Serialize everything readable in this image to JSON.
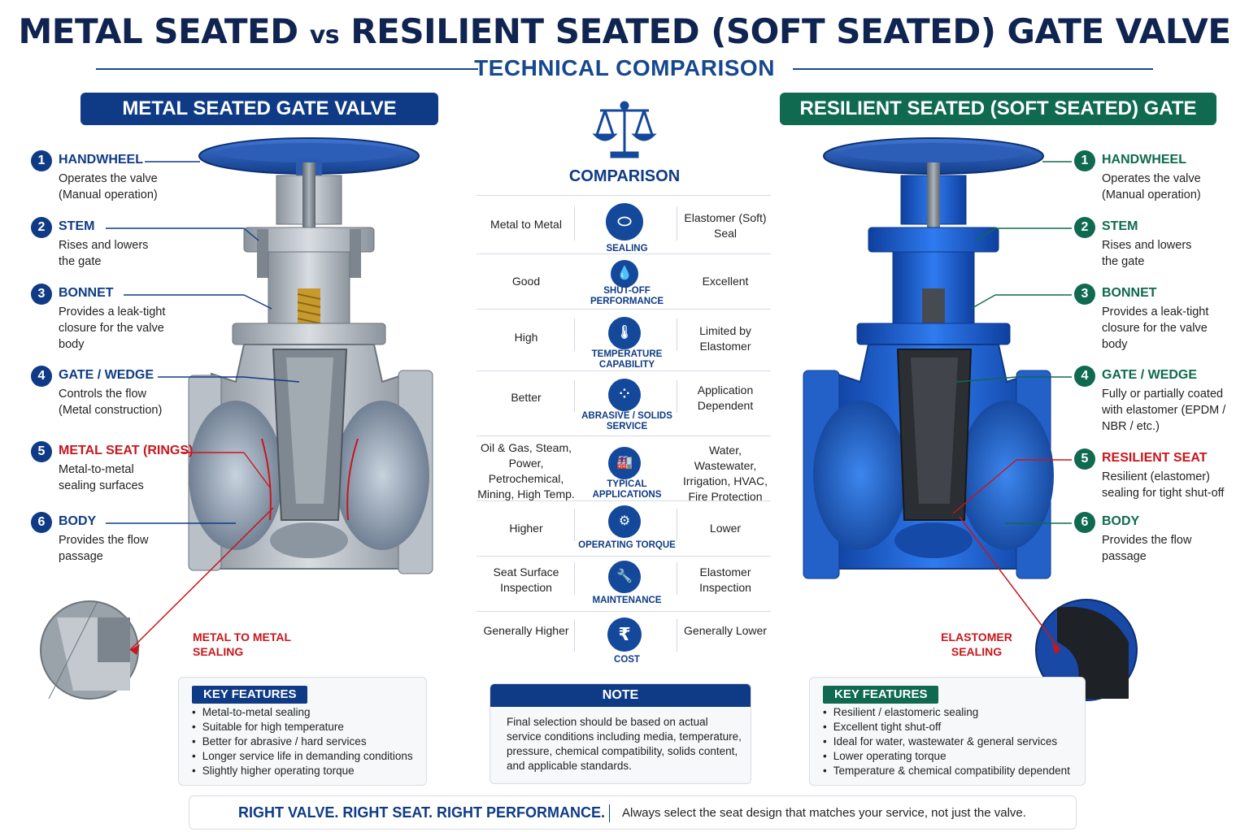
{
  "title": {
    "part1": "METAL SEATED",
    "vs": "vs",
    "part2": "RESILIENT SEATED (SOFT SEATED) GATE VALVE"
  },
  "subtitle": "TECHNICAL COMPARISON",
  "left_banner": "METAL SEATED GATE VALVE",
  "right_banner": "RESILIENT SEATED (SOFT SEATED) GATE VALVE",
  "left_parts": [
    {
      "num": "1",
      "name": "HANDWHEEL",
      "desc": "Operates the valve (Manual operation)"
    },
    {
      "num": "2",
      "name": "STEM",
      "desc": "Rises and lowers the gate"
    },
    {
      "num": "3",
      "name": "BONNET",
      "desc": "Provides a leak-tight closure for the valve body"
    },
    {
      "num": "4",
      "name": "GATE / WEDGE",
      "desc": "Controls the flow (Metal construction)"
    },
    {
      "num": "5",
      "name": "METAL SEAT (RINGS)",
      "desc": "Metal-to-metal sealing surfaces"
    },
    {
      "num": "6",
      "name": "BODY",
      "desc": "Provides the flow passage"
    }
  ],
  "right_parts": [
    {
      "num": "1",
      "name": "HANDWHEEL",
      "desc": "Operates the valve (Manual operation)"
    },
    {
      "num": "2",
      "name": "STEM",
      "desc": "Rises and lowers the gate"
    },
    {
      "num": "3",
      "name": "BONNET",
      "desc": "Provides a leak-tight closure for the valve body"
    },
    {
      "num": "4",
      "name": "GATE / WEDGE",
      "desc": "Fully or partially coated with elastomer (EPDM / NBR / etc.)"
    },
    {
      "num": "5",
      "name": "RESILIENT SEAT",
      "desc": "Resilient (elastomer) sealing for tight shut-off"
    },
    {
      "num": "6",
      "name": "BODY",
      "desc": "Provides the flow passage"
    }
  ],
  "comparison": {
    "title": "COMPARISON",
    "icons": {
      "sealing": "seal-ring-icon",
      "shutoff": "droplet-icon",
      "temperature": "thermometer-icon",
      "abrasive": "particles-icon",
      "applications": "factory-icon",
      "torque": "gear-icon",
      "maintenance": "tools-icon",
      "cost": "rupee-icon"
    },
    "rows": [
      {
        "key": "sealing",
        "left": "Metal to Metal",
        "label": "SEALING",
        "right": "Elastomer (Soft) Seal",
        "glyph": "⬭"
      },
      {
        "key": "shutoff",
        "left": "Good",
        "label": "SHUT-OFF PERFORMANCE",
        "right": "Excellent",
        "glyph": "💧"
      },
      {
        "key": "temperature",
        "left": "High",
        "label": "TEMPERATURE CAPABILITY",
        "right": "Limited by Elastomer",
        "glyph": "🌡"
      },
      {
        "key": "abrasive",
        "left": "Better",
        "label": "ABRASIVE / SOLIDS SERVICE",
        "right": "Application Dependent",
        "glyph": "⁘"
      },
      {
        "key": "applications",
        "left": "Oil & Gas, Steam, Power, Petrochemical, Mining, High Temp.",
        "label": "TYPICAL APPLICATIONS",
        "right": "Water, Wastewater, Irrigation, HVAC, Fire Protection",
        "glyph": "🏭"
      },
      {
        "key": "torque",
        "left": "Higher",
        "label": "OPERATING TORQUE",
        "right": "Lower",
        "glyph": "⚙"
      },
      {
        "key": "maintenance",
        "left": "Seat Surface Inspection",
        "label": "MAINTENANCE",
        "right": "Elastomer Inspection",
        "glyph": "🔧"
      },
      {
        "key": "cost",
        "left": "Generally Higher",
        "label": "COST",
        "right": "Generally Lower",
        "glyph": "₹"
      }
    ]
  },
  "callouts": {
    "left": "METAL TO METAL SEALING",
    "right": "ELASTOMER SEALING"
  },
  "key_features_left": {
    "title": "KEY FEATURES",
    "items": [
      "Metal-to-metal sealing",
      "Suitable for high temperature",
      "Better for abrasive / hard services",
      "Longer service life in demanding conditions",
      "Slightly higher operating torque"
    ]
  },
  "key_features_right": {
    "title": "KEY FEATURES",
    "items": [
      "Resilient / elastomeric sealing",
      "Excellent tight shut-off",
      "Ideal for water, wastewater & general services",
      "Lower operating torque",
      "Temperature & chemical compatibility dependent"
    ]
  },
  "note": {
    "title": "NOTE",
    "text": "Final selection should be based on actual service conditions including media, temperature, pressure, chemical compatibility, solids content, and applicable standards."
  },
  "footer": {
    "slogan": "RIGHT VALVE. RIGHT SEAT. RIGHT PERFORMANCE.",
    "tagline": "Always select the seat design that matches your service, not just the valve."
  },
  "colors": {
    "navy": "#0f3b86",
    "green": "#0f6a4f",
    "red": "#c8161d",
    "metal": "#a9b0b8",
    "valve_blue": "#1d5fd0"
  }
}
